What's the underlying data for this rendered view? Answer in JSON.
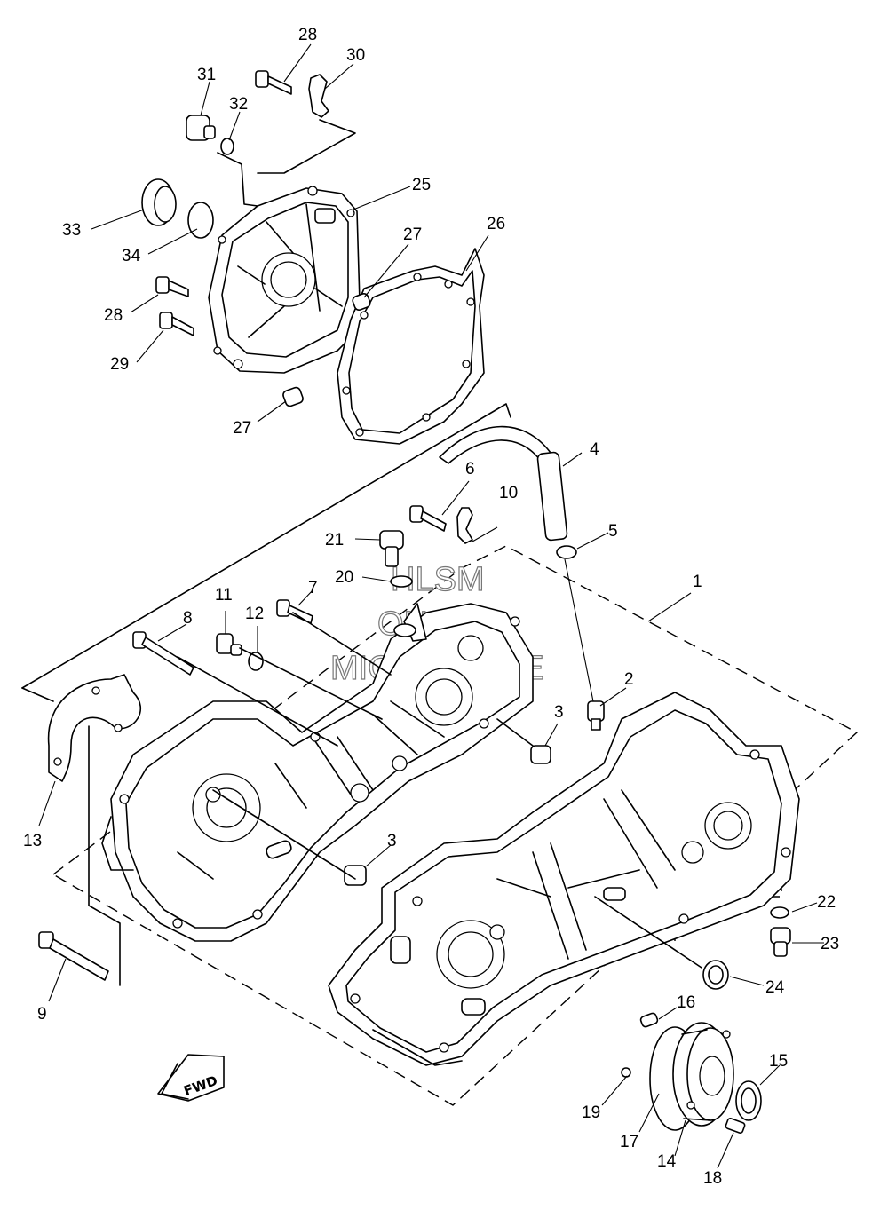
{
  "watermark": {
    "line1": "HLSM",
    "line2": "ONLINE",
    "line3": "MICROFICHE"
  },
  "direction_badge": "FWD",
  "callouts": {
    "c1": "1",
    "c2": "2",
    "c3a": "3",
    "c3b": "3",
    "c4": "4",
    "c5": "5",
    "c6": "6",
    "c7": "7",
    "c8": "8",
    "c9": "9",
    "c10": "10",
    "c11": "11",
    "c12": "12",
    "c13": "13",
    "c14": "14",
    "c15": "15",
    "c16": "16",
    "c17": "17",
    "c18": "18",
    "c19": "19",
    "c20": "20",
    "c21": "21",
    "c22": "22",
    "c23": "23",
    "c24": "24",
    "c25": "25",
    "c26": "26",
    "c27a": "27",
    "c27b": "27",
    "c28a": "28",
    "c28b": "28",
    "c29": "29",
    "c30": "30",
    "c31": "31",
    "c32": "32",
    "c33": "33",
    "c34": "34"
  }
}
